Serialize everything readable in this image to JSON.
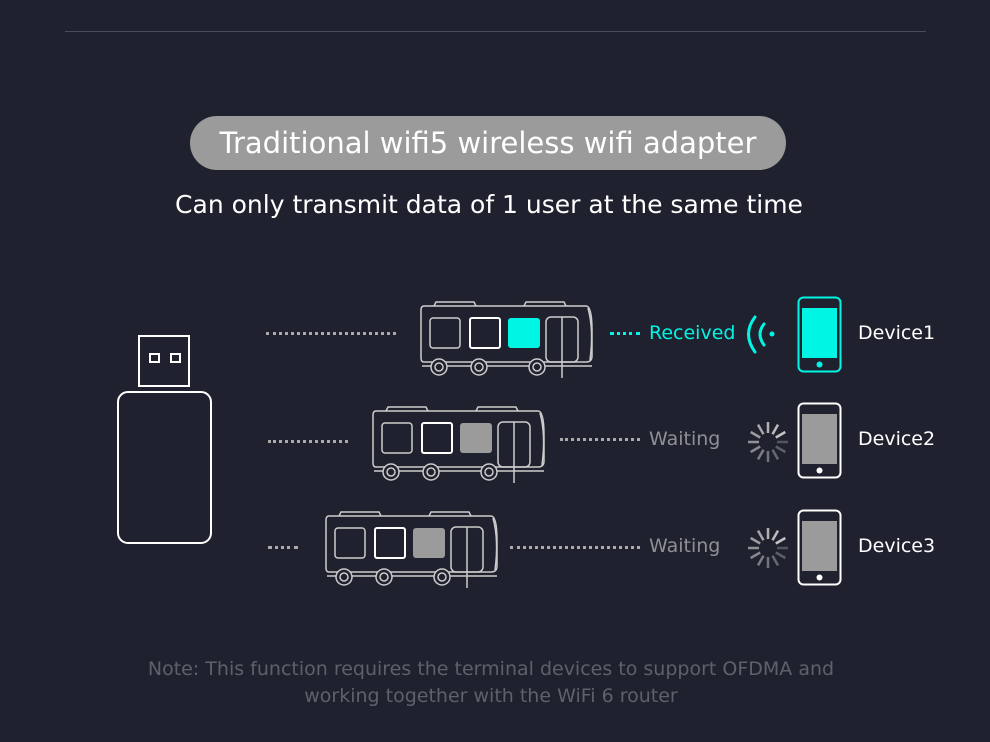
{
  "header": {
    "title": "Traditional wifi5 wireless wifi adapter",
    "subtitle": "Can only transmit data of 1 user at the same time"
  },
  "colors": {
    "accent": "#00f5e4",
    "waiting": "#8f9096",
    "background": "#1f222e"
  },
  "rows": [
    {
      "status": "Received",
      "device": "Device1",
      "state": "received",
      "icon": "wifi-signal-icon"
    },
    {
      "status": "Waiting",
      "device": "Device2",
      "state": "waiting",
      "icon": "loading-spinner-icon"
    },
    {
      "status": "Waiting",
      "device": "Device3",
      "state": "waiting",
      "icon": "loading-spinner-icon"
    }
  ],
  "note": {
    "line1": "Note: This function requires the terminal devices to support OFDMA and",
    "line2": "working together with the WiFi 6 router"
  }
}
